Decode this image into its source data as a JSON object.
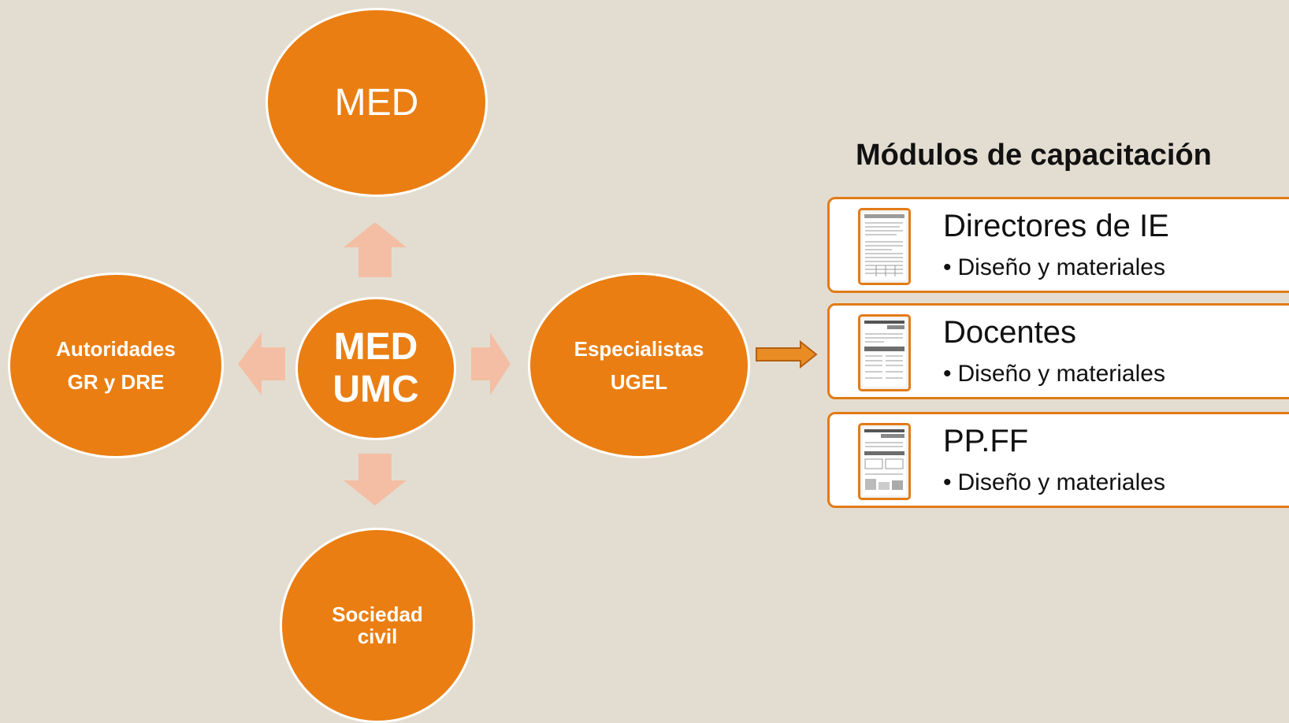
{
  "nodes": {
    "top": {
      "label": "MED"
    },
    "center": {
      "line1": "MED",
      "line2": "UMC"
    },
    "left": {
      "line1": "Autoridades",
      "line2": "GR y DRE"
    },
    "right": {
      "line1": "Especialistas",
      "line2": "UGEL"
    },
    "bottom": {
      "line1": "Sociedad",
      "line2": "civil"
    }
  },
  "modules": {
    "title": "Módulos de capacitación",
    "items": [
      {
        "title": "Directores de IE",
        "bullet": "Diseño y materiales"
      },
      {
        "title": "Docentes",
        "bullet": "Diseño y materiales"
      },
      {
        "title": "PP.FF",
        "bullet": "Diseño y materiales"
      }
    ]
  },
  "colors": {
    "node_fill": "#ea7e12",
    "node_border": "#ffffff",
    "light_arrow": "#f4bea4",
    "connector_arrow": "#d9731a",
    "background": "#e3ddd1"
  }
}
